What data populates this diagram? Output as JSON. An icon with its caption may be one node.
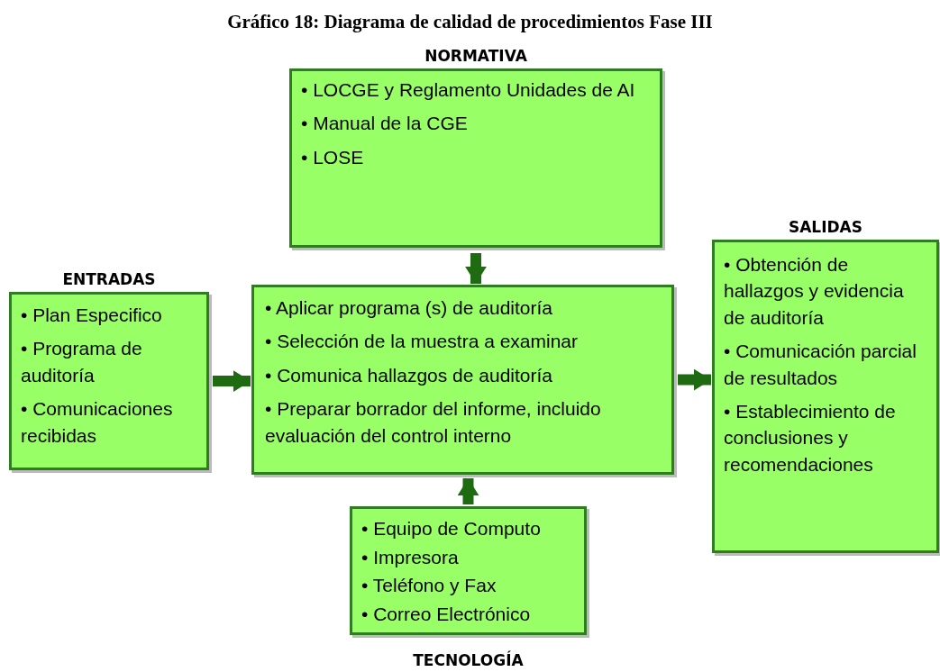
{
  "diagram": {
    "title": "Gráfico 18:  Diagrama de calidad de procedimientos Fase III",
    "nodes": [
      {
        "text": [
          "NORMATIVA",
          "• LOCGE y Reglamento Unidades de AI",
          "• Manual de la CGE",
          "• LOSE"
        ]
      },
      {
        "text": [
          "ENTRADAS",
          "• Plan Especifico",
          "• Programa de auditoría",
          "• Comunicaciones recibidas"
        ]
      },
      {
        "text": [
          "• Aplicar programa (s) de auditoría",
          "• Selección de la muestra a examinar",
          "• Comunica hallazgos de auditoría",
          "• Preparar borrador del informe, incluido evaluación del control interno"
        ]
      },
      {
        "text": [
          "SALIDAS",
          "• Obtención de hallazgos y evidencia de auditoría",
          "• Comunicación parcial de resultados",
          "• Establecimiento de conclusiones y recomendaciones"
        ]
      },
      {
        "text": [
          "• Equipo de Computo",
          "• Impresora",
          "• Teléfono y Fax",
          "• Correo Electrónico",
          "TECNOLOGÍA"
        ]
      }
    ],
    "edges": [
      {
        "from": 0,
        "to": 2,
        "arrow": "to"
      },
      {
        "from": 1,
        "to": 2,
        "arrow": "to"
      },
      {
        "from": 2,
        "to": 3,
        "arrow": "to"
      },
      {
        "from": 4,
        "to": 2,
        "arrow": "to"
      }
    ]
  }
}
